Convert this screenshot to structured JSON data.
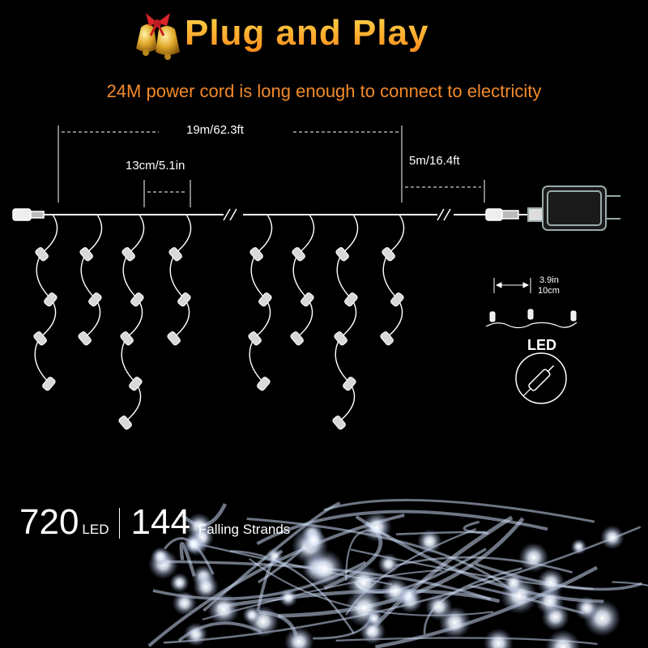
{
  "header": {
    "title": "Plug and Play",
    "subtitle": "24M power cord is long enough to connect to electricity",
    "icon": "bells-icon"
  },
  "dimensions": {
    "total": "19m/62.3ft",
    "strand_spacing": "13cm/5.1in",
    "lead_cord": "5m/16.4ft",
    "led_spacing_in": "3.9in",
    "led_spacing_cm": "10cm"
  },
  "inset": {
    "led_label": "LED"
  },
  "stats": {
    "led_count": "720",
    "led_word": "LED",
    "strand_count": "144",
    "strand_word": "Falling Strands"
  },
  "colors": {
    "title_top": "#ffd84a",
    "title_bottom": "#ff8a1a",
    "subtitle": "#f28a2a",
    "background": "#000000",
    "led_glow": "#eef4ff"
  }
}
